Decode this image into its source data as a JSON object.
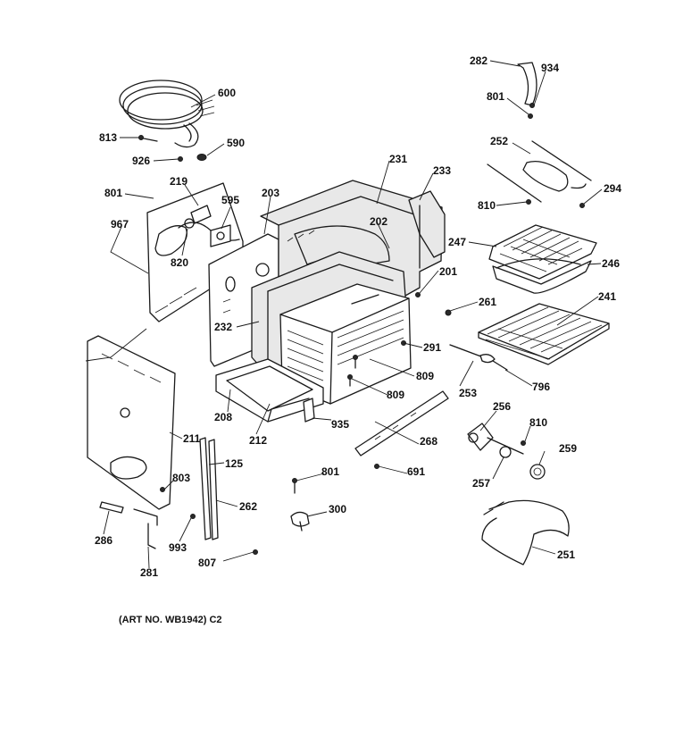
{
  "diagram": {
    "caption": "(ART NO. WB1942) C2",
    "part_labels": {
      "p282": "282",
      "p934": "934",
      "p801a": "801",
      "p600": "600",
      "p813": "813",
      "p590": "590",
      "p926": "926",
      "p252": "252",
      "p231": "231",
      "p233": "233",
      "p294": "294",
      "p810a": "810",
      "p219": "219",
      "p801b": "801",
      "p595": "595",
      "p203": "203",
      "p202": "202",
      "p967": "967",
      "p820": "820",
      "p247": "247",
      "p246": "246",
      "p201": "201",
      "p261": "261",
      "p241": "241",
      "p232": "232",
      "p291": "291",
      "p809a": "809",
      "p809b": "809",
      "p253": "253",
      "p796": "796",
      "p208": "208",
      "p212": "212",
      "p935": "935",
      "p256": "256",
      "p810b": "810",
      "p268": "268",
      "p211": "211",
      "p259": "259",
      "p125": "125",
      "p803": "803",
      "p801c": "801",
      "p691": "691",
      "p257": "257",
      "p262": "262",
      "p300": "300",
      "p286": "286",
      "p993": "993",
      "p251": "251",
      "p807": "807",
      "p281": "281"
    }
  }
}
